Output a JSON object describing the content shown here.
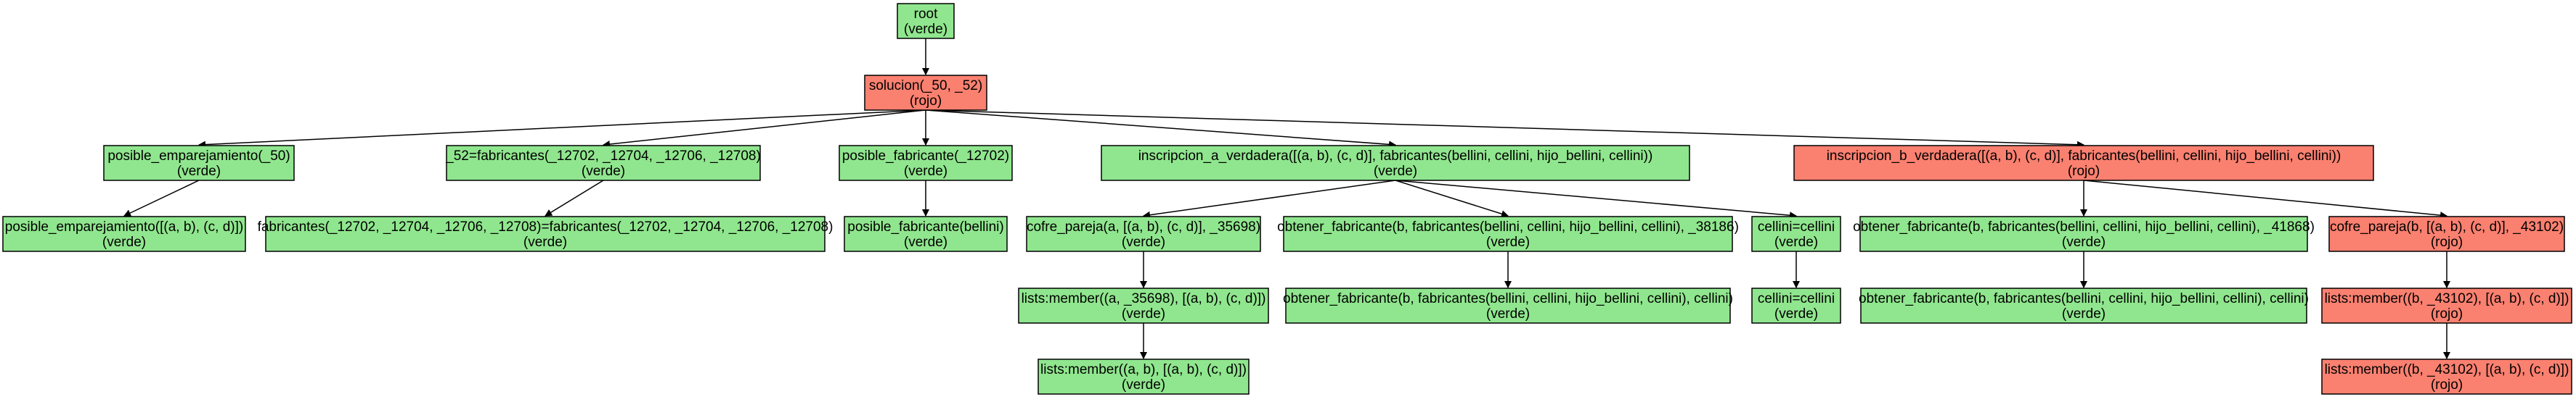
{
  "colors": {
    "verde": "#90e68e",
    "rojo": "#fa8070",
    "stroke": "#000000",
    "edge": "#000000"
  },
  "nodes": [
    {
      "id": "root",
      "label": "root",
      "state": "(verde)",
      "color": "verde"
    },
    {
      "id": "solucion",
      "label": "solucion(_50, _52)",
      "state": "(rojo)",
      "color": "rojo"
    },
    {
      "id": "posible_emparejamiento",
      "label": "posible_emparejamiento(_50)",
      "state": "(verde)",
      "color": "verde"
    },
    {
      "id": "fabricantes_eq",
      "label": "_52=fabricantes(_12702, _12704, _12706, _12708)",
      "state": "(verde)",
      "color": "verde"
    },
    {
      "id": "posible_fabricante",
      "label": "posible_fabricante(_12702)",
      "state": "(verde)",
      "color": "verde"
    },
    {
      "id": "inscripcion_a",
      "label": "inscripcion_a_verdadera([(a, b), (c, d)], fabricantes(bellini, cellini, hijo_bellini, cellini))",
      "state": "(verde)",
      "color": "verde"
    },
    {
      "id": "inscripcion_b",
      "label": "inscripcion_b_verdadera([(a, b), (c, d)], fabricantes(bellini, cellini, hijo_bellini, cellini))",
      "state": "(rojo)",
      "color": "rojo"
    },
    {
      "id": "posible_emparejamiento_2",
      "label": "posible_emparejamiento([(a, b), (c, d)])",
      "state": "(verde)",
      "color": "verde"
    },
    {
      "id": "fabricantes_unif",
      "label": "fabricantes(_12702, _12704, _12706, _12708)=fabricantes(_12702, _12704, _12706, _12708)",
      "state": "(verde)",
      "color": "verde"
    },
    {
      "id": "posible_fabricante_bellini",
      "label": "posible_fabricante(bellini)",
      "state": "(verde)",
      "color": "verde"
    },
    {
      "id": "cofre_pareja_a",
      "label": "cofre_pareja(a, [(a, b), (c, d)], _35698)",
      "state": "(verde)",
      "color": "verde"
    },
    {
      "id": "obtener_b_38186",
      "label": "obtener_fabricante(b, fabricantes(bellini, cellini, hijo_bellini, cellini), _38186)",
      "state": "(verde)",
      "color": "verde"
    },
    {
      "id": "cellini_1",
      "label": "cellini=cellini",
      "state": "(verde)",
      "color": "verde"
    },
    {
      "id": "obtener_b_41868",
      "label": "obtener_fabricante(b, fabricantes(bellini, cellini, hijo_bellini, cellini), _41868)",
      "state": "(verde)",
      "color": "verde"
    },
    {
      "id": "cofre_pareja_b",
      "label": "cofre_pareja(b, [(a, b), (c, d)], _43102)",
      "state": "(rojo)",
      "color": "rojo"
    },
    {
      "id": "member_a_35698",
      "label": "lists:member((a, _35698), [(a, b), (c, d)])",
      "state": "(verde)",
      "color": "verde"
    },
    {
      "id": "obtener_b_cellini_1",
      "label": "obtener_fabricante(b, fabricantes(bellini, cellini, hijo_bellini, cellini), cellini)",
      "state": "(verde)",
      "color": "verde"
    },
    {
      "id": "cellini_2",
      "label": "cellini=cellini",
      "state": "(verde)",
      "color": "verde"
    },
    {
      "id": "obtener_b_cellini_2",
      "label": "obtener_fabricante(b, fabricantes(bellini, cellini, hijo_bellini, cellini), cellini)",
      "state": "(verde)",
      "color": "verde"
    },
    {
      "id": "member_b_43102",
      "label": "lists:member((b, _43102), [(a, b), (c, d)])",
      "state": "(rojo)",
      "color": "rojo"
    },
    {
      "id": "member_a_b",
      "label": "lists:member((a, b), [(a, b), (c, d)])",
      "state": "(verde)",
      "color": "verde"
    },
    {
      "id": "member_b_43102_2",
      "label": "lists:member((b, _43102), [(a, b), (c, d)])",
      "state": "(rojo)",
      "color": "rojo"
    }
  ],
  "edges": [
    [
      "root",
      "solucion"
    ],
    [
      "solucion",
      "posible_emparejamiento"
    ],
    [
      "solucion",
      "fabricantes_eq"
    ],
    [
      "solucion",
      "posible_fabricante"
    ],
    [
      "solucion",
      "inscripcion_a"
    ],
    [
      "solucion",
      "inscripcion_b"
    ],
    [
      "posible_emparejamiento",
      "posible_emparejamiento_2"
    ],
    [
      "fabricantes_eq",
      "fabricantes_unif"
    ],
    [
      "posible_fabricante",
      "posible_fabricante_bellini"
    ],
    [
      "inscripcion_a",
      "cofre_pareja_a"
    ],
    [
      "inscripcion_a",
      "obtener_b_38186"
    ],
    [
      "inscripcion_a",
      "cellini_1"
    ],
    [
      "inscripcion_b",
      "obtener_b_41868"
    ],
    [
      "inscripcion_b",
      "cofre_pareja_b"
    ],
    [
      "cofre_pareja_a",
      "member_a_35698"
    ],
    [
      "obtener_b_38186",
      "obtener_b_cellini_1"
    ],
    [
      "cellini_1",
      "cellini_2"
    ],
    [
      "obtener_b_41868",
      "obtener_b_cellini_2"
    ],
    [
      "cofre_pareja_b",
      "member_b_43102"
    ],
    [
      "member_a_35698",
      "member_a_b"
    ],
    [
      "member_b_43102",
      "member_b_43102_2"
    ]
  ]
}
